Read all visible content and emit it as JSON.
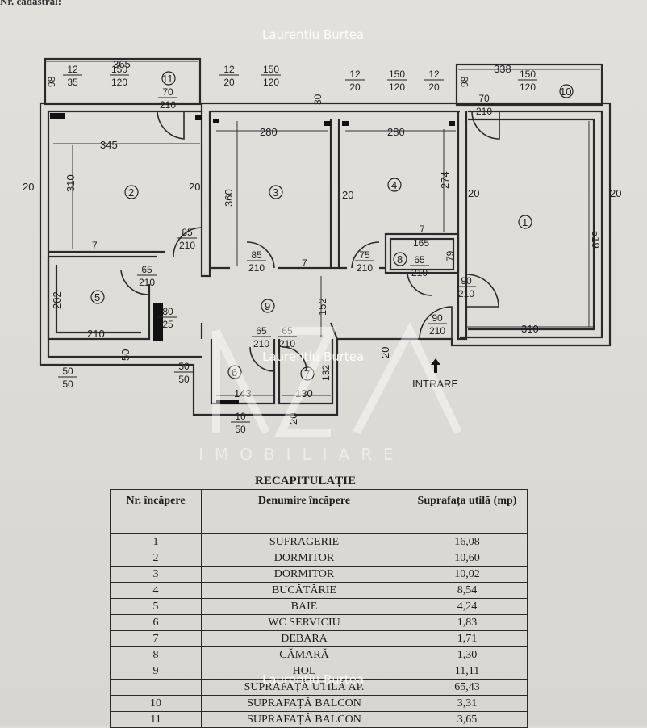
{
  "header_cut": "Nr. cadastral:",
  "watermarks": [
    "Laurentiu Burtea",
    "Laurentiu Burtea",
    "Laurentiu Burtea"
  ],
  "logo_letters": "IMOBILIARE",
  "entrance_label": "INTRARE",
  "rooms": {
    "r1": "1",
    "r2": "2",
    "r3": "3",
    "r4": "4",
    "r5": "5",
    "r6": "6",
    "r7": "7",
    "r8": "8",
    "r9": "9",
    "r10": "10",
    "r11": "11"
  },
  "dims": {
    "d365": "365",
    "d338": "338",
    "d345": "345",
    "d280a": "280",
    "d280b": "280",
    "d310a": "310",
    "d360": "360",
    "d274": "274",
    "d519": "519",
    "d310b": "310",
    "d210a": "210",
    "d202": "202",
    "d152": "152",
    "d165": "165",
    "d79": "79",
    "d143": "143",
    "d130": "130",
    "d132": "132",
    "d50a": "50",
    "d20": "20",
    "d98": "98",
    "d30": "30",
    "d7": "7"
  },
  "openings": [
    {
      "top": "12",
      "bottom": "35"
    },
    {
      "top": "150",
      "bottom": "120"
    },
    {
      "top": "70",
      "bottom": "210"
    },
    {
      "top": "12",
      "bottom": "20"
    },
    {
      "top": "150",
      "bottom": "120"
    },
    {
      "top": "12",
      "bottom": "20"
    },
    {
      "top": "150",
      "bottom": "120"
    },
    {
      "top": "12",
      "bottom": "20"
    },
    {
      "top": "150",
      "bottom": "120"
    },
    {
      "top": "70",
      "bottom": "210"
    },
    {
      "top": "85",
      "bottom": "210"
    },
    {
      "top": "85",
      "bottom": "210"
    },
    {
      "top": "75",
      "bottom": "210"
    },
    {
      "top": "65",
      "bottom": "210"
    },
    {
      "top": "90",
      "bottom": "210"
    },
    {
      "top": "90",
      "bottom": "210"
    },
    {
      "top": "65",
      "bottom": "210"
    },
    {
      "top": "80",
      "bottom": "25"
    },
    {
      "top": "65",
      "bottom": "210"
    },
    {
      "top": "65",
      "bottom": "210"
    },
    {
      "top": "50",
      "bottom": "50"
    },
    {
      "top": "50",
      "bottom": "50"
    },
    {
      "top": "10",
      "bottom": "50"
    }
  ],
  "recap": {
    "title": "RECAPITULAȚIE",
    "headers": [
      "Nr. încăpere",
      "Denumire încăpere",
      "Suprafața utilă (mp)"
    ],
    "rows": [
      {
        "nr": "1",
        "name": "SUFRAGERIE",
        "area": "16,08"
      },
      {
        "nr": "2",
        "name": "DORMITOR",
        "area": "10,60"
      },
      {
        "nr": "3",
        "name": "DORMITOR",
        "area": "10,02"
      },
      {
        "nr": "4",
        "name": "BUCĂTĂRIE",
        "area": "8,54"
      },
      {
        "nr": "5",
        "name": "BAIE",
        "area": "4,24"
      },
      {
        "nr": "6",
        "name": "WC SERVICIU",
        "area": "1,83"
      },
      {
        "nr": "7",
        "name": "DEBARA",
        "area": "1,71"
      },
      {
        "nr": "8",
        "name": "CĂMARĂ",
        "area": "1,30"
      },
      {
        "nr": "9",
        "name": "HOL",
        "area": "11,11"
      },
      {
        "nr": "",
        "name": "SUPRAFAȚĂ UTILĂ AP.",
        "area": "65,43"
      },
      {
        "nr": "10",
        "name": "SUPRAFAȚĂ BALCON",
        "area": "3,31"
      },
      {
        "nr": "11",
        "name": "SUPRAFAȚĂ BALCON",
        "area": "3,65"
      }
    ]
  }
}
